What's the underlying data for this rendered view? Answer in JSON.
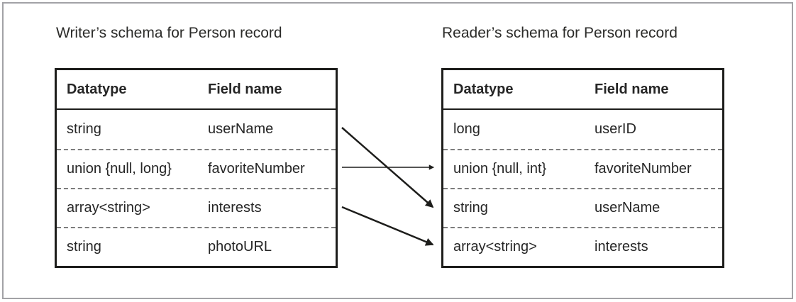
{
  "diagram": {
    "writer": {
      "title": "Writer’s schema for Person record",
      "headers": {
        "datatype": "Datatype",
        "field": "Field name"
      },
      "rows": [
        {
          "datatype": "string",
          "field": "userName"
        },
        {
          "datatype": "union {null, long}",
          "field": "favoriteNumber"
        },
        {
          "datatype": "array<string>",
          "field": "interests"
        },
        {
          "datatype": "string",
          "field": "photoURL"
        }
      ]
    },
    "reader": {
      "title": "Reader’s schema for Person record",
      "headers": {
        "datatype": "Datatype",
        "field": "Field name"
      },
      "rows": [
        {
          "datatype": "long",
          "field": "userID"
        },
        {
          "datatype": "union {null, int}",
          "field": "favoriteNumber"
        },
        {
          "datatype": "string",
          "field": "userName"
        },
        {
          "datatype": "array<string>",
          "field": "interests"
        }
      ]
    },
    "arrows": [
      {
        "from_field": "userName",
        "to_field": "userName"
      },
      {
        "from_field": "favoriteNumber",
        "to_field": "favoriteNumber"
      },
      {
        "from_field": "interests",
        "to_field": "interests"
      }
    ],
    "colors": {
      "line": "#1d1d1b",
      "dashed_separator": "#7d7d7d",
      "outer_frame": "#a2a2a6",
      "text": "#262626"
    }
  }
}
